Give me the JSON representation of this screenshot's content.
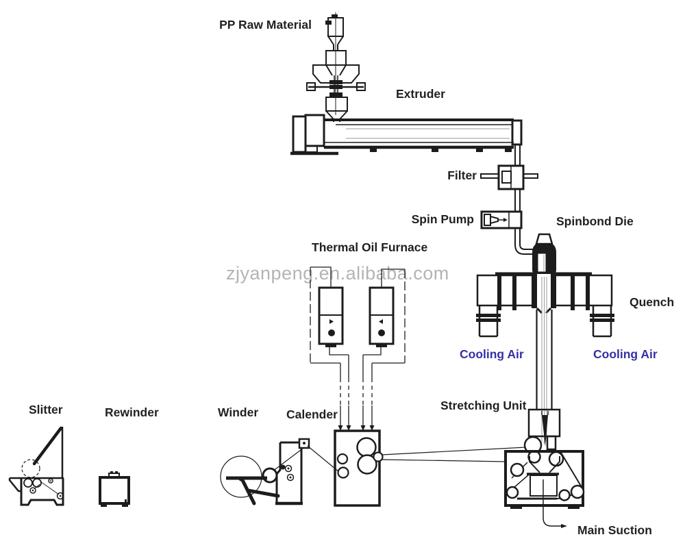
{
  "labels": {
    "pp_raw_material": "PP Raw Material",
    "extruder": "Extruder",
    "filter": "Filter",
    "spin_pump": "Spin Pump",
    "spinbond_die": "Spinbond Die",
    "thermal_oil_furnace": "Thermal Oil Furnace",
    "quench": "Quench",
    "cooling_air_left": "Cooling Air",
    "cooling_air_right": "Cooling Air",
    "stretching_unit": "Stretching Unit",
    "main_suction": "Main Suction",
    "calender": "Calender",
    "winder": "Winder",
    "slitter": "Slitter",
    "rewinder": "Rewinder"
  },
  "watermark": "zjyanpeng.en.alibaba.com",
  "colors": {
    "diagram_line": "#1c1c1c",
    "label_text": "#231f20",
    "cooling_air_text": "#3431a6",
    "watermark_text": "#b4b4b4"
  }
}
